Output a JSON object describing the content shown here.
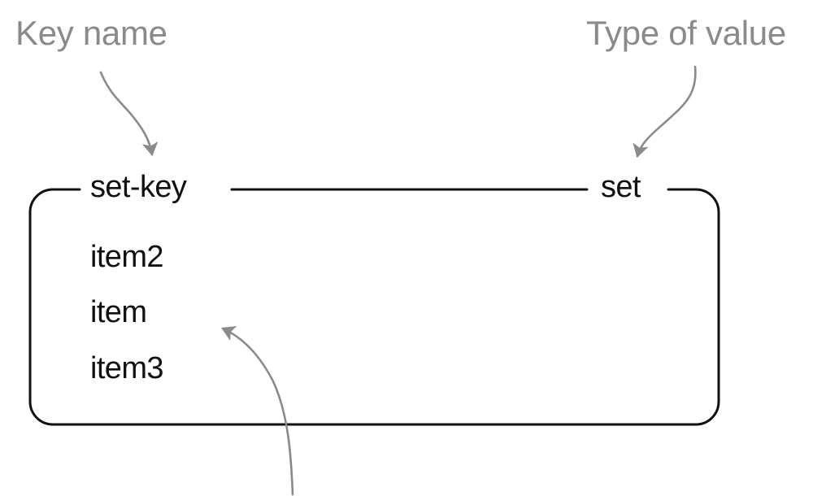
{
  "diagram": {
    "title_annotations": [
      {
        "id": "key-name",
        "text": "Key name",
        "color": "#8a8a8a"
      },
      {
        "id": "type-value",
        "text": "Type of value",
        "color": "#8a8a8a"
      }
    ],
    "container": {
      "key_label": "set-key",
      "type_label": "set",
      "border_color": "#111111",
      "border_width": 3,
      "corner_radius": 28
    },
    "members": [
      {
        "index": 0,
        "value": "item2"
      },
      {
        "index": 1,
        "value": "item"
      },
      {
        "index": 2,
        "value": "item3"
      }
    ],
    "arrows": [
      {
        "id": "arrow-key-name",
        "from": "Key name",
        "to": "set-key",
        "color": "#8a8a8a"
      },
      {
        "id": "arrow-type-value",
        "from": "Type of value",
        "to": "set",
        "color": "#8a8a8a"
      },
      {
        "id": "arrow-member",
        "from": "below",
        "to": "item",
        "color": "#8a8a8a"
      }
    ]
  }
}
